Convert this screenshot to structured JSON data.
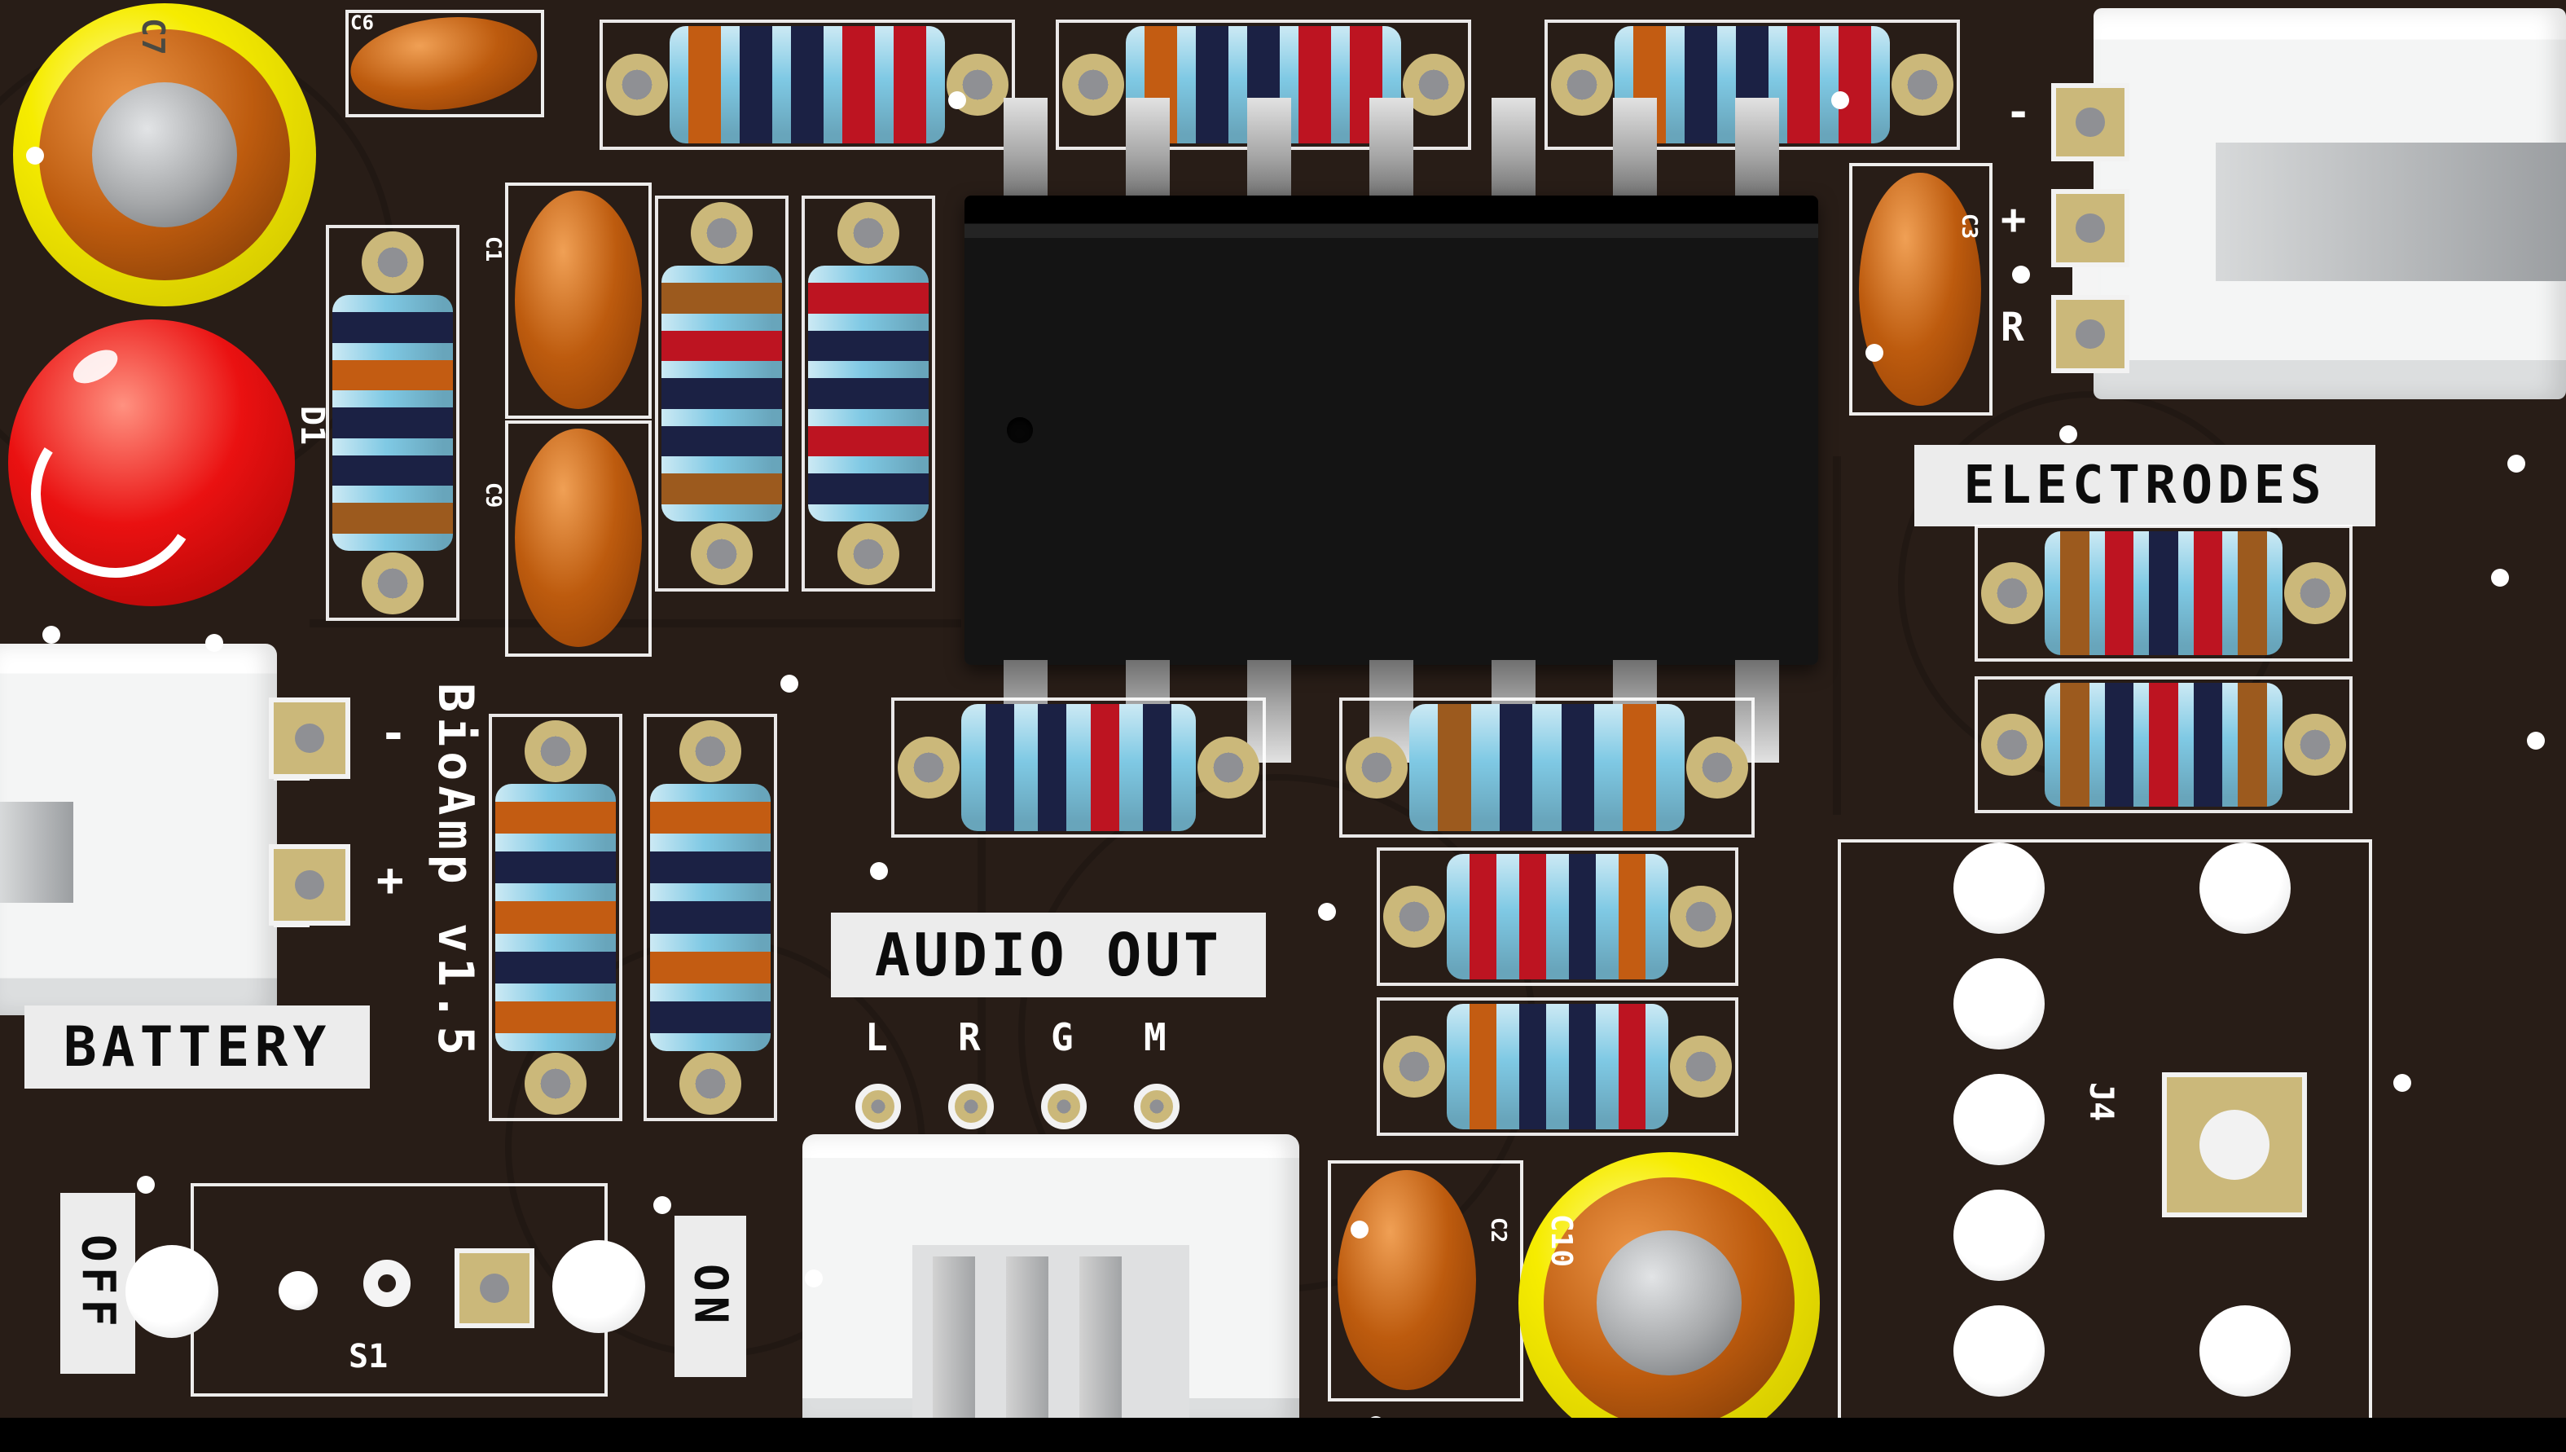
{
  "board_title": "BioAmp v1.5",
  "palette": {
    "pcb": "#281d17",
    "silk": "#ffffff",
    "silkbox": "#ececec",
    "pad_gold": "#cbb87a",
    "pad_hole": "#8f9094",
    "res_body": "#7fc9e4",
    "band_orange": "#c35c12",
    "band_navy": "#1b2144",
    "band_red": "#bd1421",
    "band_brown": "#9c5a1e",
    "cap_orange": "#bd5b0e",
    "cap_yellow": "#f6ec00",
    "cap_gray": "#a7a9ab",
    "led_red": "#ea1111",
    "ic_body": "#141414",
    "conn_white": "#f4f5f5"
  },
  "labels": {
    "c7": "C7",
    "d1": "D1",
    "c6": "C6",
    "c1": "C1",
    "c9": "C9",
    "c3": "C3",
    "c2": "C2",
    "c10": "C10",
    "battery": "BATTERY",
    "batt_minus": "-",
    "batt_plus": "+",
    "bioamp": "BioAmp v1.5",
    "audio_out": "AUDIO OUT",
    "audio_l": "L",
    "audio_r": "R",
    "audio_g": "G",
    "audio_m": "M",
    "off": "OFF",
    "on": "ON",
    "s1": "S1",
    "electrodes": "ELECTRODES",
    "elec_minus": "-",
    "elec_plus": "+",
    "elec_r": "R",
    "j4": "J4"
  },
  "resistors": {
    "top1": [
      "orange",
      "navy",
      "navy",
      "red",
      "red"
    ],
    "top2": [
      "orange",
      "navy",
      "navy",
      "red",
      "red"
    ],
    "top3": [
      "orange",
      "navy",
      "navy",
      "red",
      "red"
    ],
    "left_v1": [
      "navy",
      "orange",
      "navy",
      "navy",
      "brown"
    ],
    "left_v2": [
      "brown",
      "red",
      "navy",
      "navy",
      "brown"
    ],
    "left_v3": [
      "red",
      "navy",
      "navy",
      "red",
      "navy"
    ],
    "mid1": [
      "navy",
      "navy",
      "red",
      "navy"
    ],
    "mid2": [
      "brown",
      "navy",
      "navy",
      "orange"
    ],
    "stack1": [
      "red",
      "red",
      "navy",
      "orange"
    ],
    "stack2": [
      "orange",
      "navy",
      "navy",
      "red"
    ],
    "bio_v1": [
      "orange",
      "navy",
      "orange",
      "navy",
      "orange"
    ],
    "bio_v2": [
      "orange",
      "navy",
      "navy",
      "orange",
      "navy"
    ],
    "elec1": [
      "brown",
      "red",
      "navy",
      "red",
      "brown"
    ],
    "elec2": [
      "brown",
      "navy",
      "red",
      "navy",
      "brown"
    ]
  }
}
